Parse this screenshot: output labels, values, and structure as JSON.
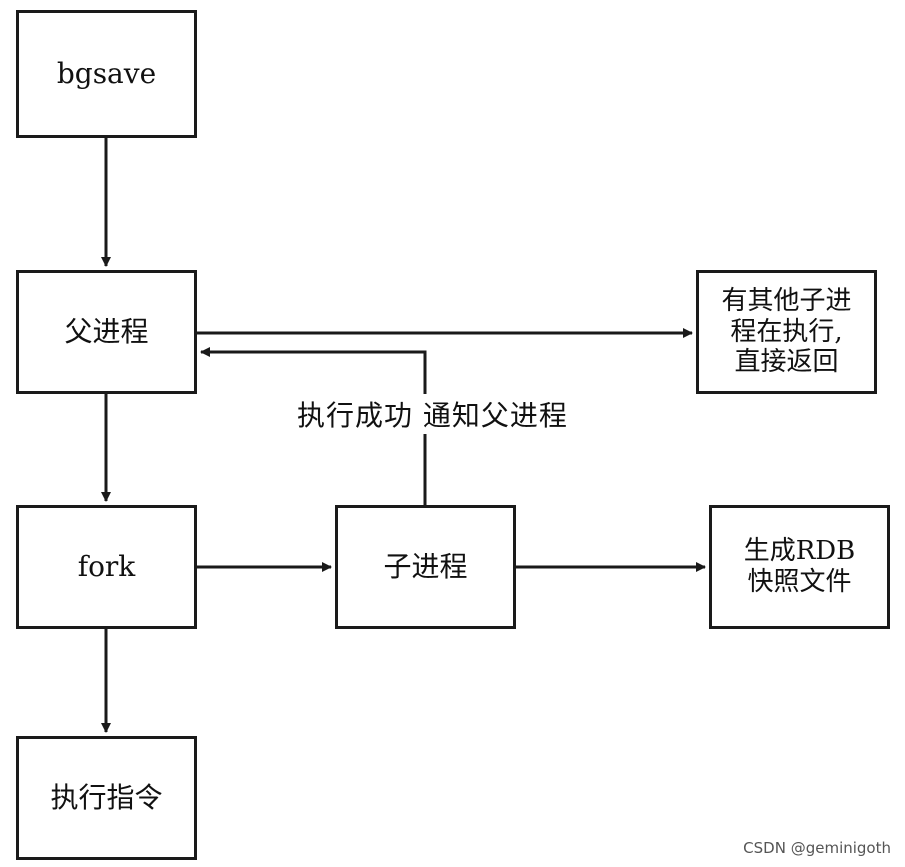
{
  "nodes": {
    "bgsave": "bgsave",
    "parent": "父进程",
    "fork": "fork",
    "exec": "执行指令",
    "child": "子进程",
    "other": "有其他子进\n程在执行,\n直接返回",
    "rdb": "生成RDB\n快照文件"
  },
  "edge_label": "执行成功 通知父进程",
  "watermark": "CSDN @geminigoth",
  "colors": {
    "line": "#1a1a1a",
    "background": "#ffffff"
  }
}
